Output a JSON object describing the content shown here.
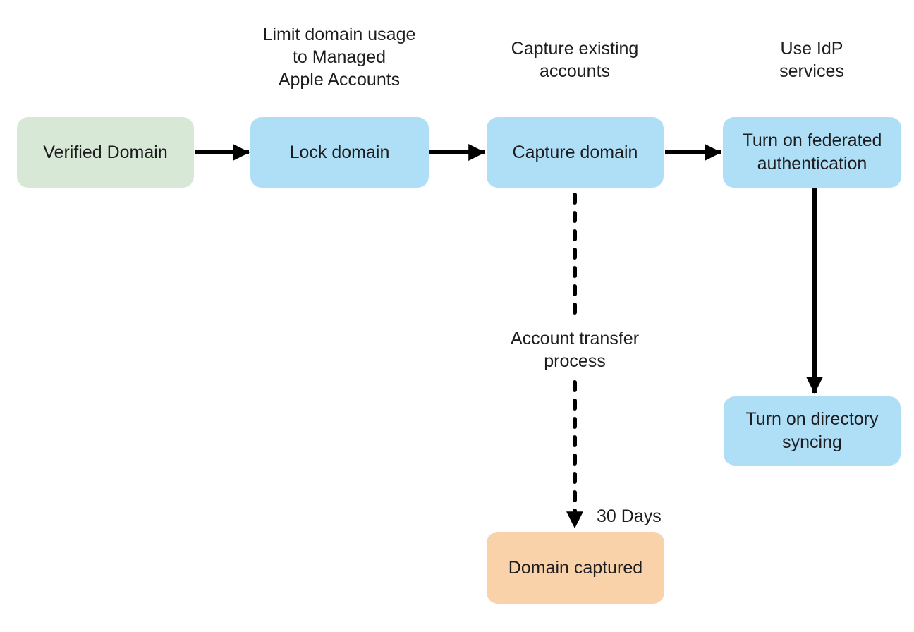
{
  "palette": {
    "page_bg": "#ffffff",
    "text": "#1d1d1f",
    "arrow": "#000000",
    "start_fill": "#d7e8d6",
    "process_fill": "#aedff6",
    "result_fill": "#fad2a9"
  },
  "nodes": [
    {
      "id": "verified-domain",
      "label": "Verified Domain",
      "kind": "start"
    },
    {
      "id": "lock-domain",
      "label": "Lock domain",
      "kind": "process"
    },
    {
      "id": "capture-domain",
      "label": "Capture domain",
      "kind": "process"
    },
    {
      "id": "turn-on-federated-authentication",
      "label": "Turn on federated\nauthentication",
      "kind": "process"
    },
    {
      "id": "turn-on-directory-syncing",
      "label": "Turn on directory\nsyncing",
      "kind": "process"
    },
    {
      "id": "domain-captured",
      "label": "Domain captured",
      "kind": "result"
    }
  ],
  "annotations": [
    {
      "id": "limit-domain-usage",
      "text": "Limit domain usage\nto Managed\nApple Accounts"
    },
    {
      "id": "capture-existing-accounts",
      "text": "Capture existing\naccounts"
    },
    {
      "id": "use-idp-services",
      "text": "Use IdP\nservices"
    },
    {
      "id": "account-transfer-process",
      "text": "Account transfer\nprocess"
    },
    {
      "id": "thirty-days",
      "text": "30 Days"
    }
  ],
  "edges": [
    {
      "from": "verified-domain",
      "to": "lock-domain",
      "style": "solid"
    },
    {
      "from": "lock-domain",
      "to": "capture-domain",
      "style": "solid"
    },
    {
      "from": "capture-domain",
      "to": "turn-on-federated-authentication",
      "style": "solid"
    },
    {
      "from": "turn-on-federated-authentication",
      "to": "turn-on-directory-syncing",
      "style": "solid"
    },
    {
      "from": "capture-domain",
      "to": "domain-captured",
      "style": "dashed",
      "label": "Account transfer process",
      "duration_label": "30 Days"
    }
  ]
}
